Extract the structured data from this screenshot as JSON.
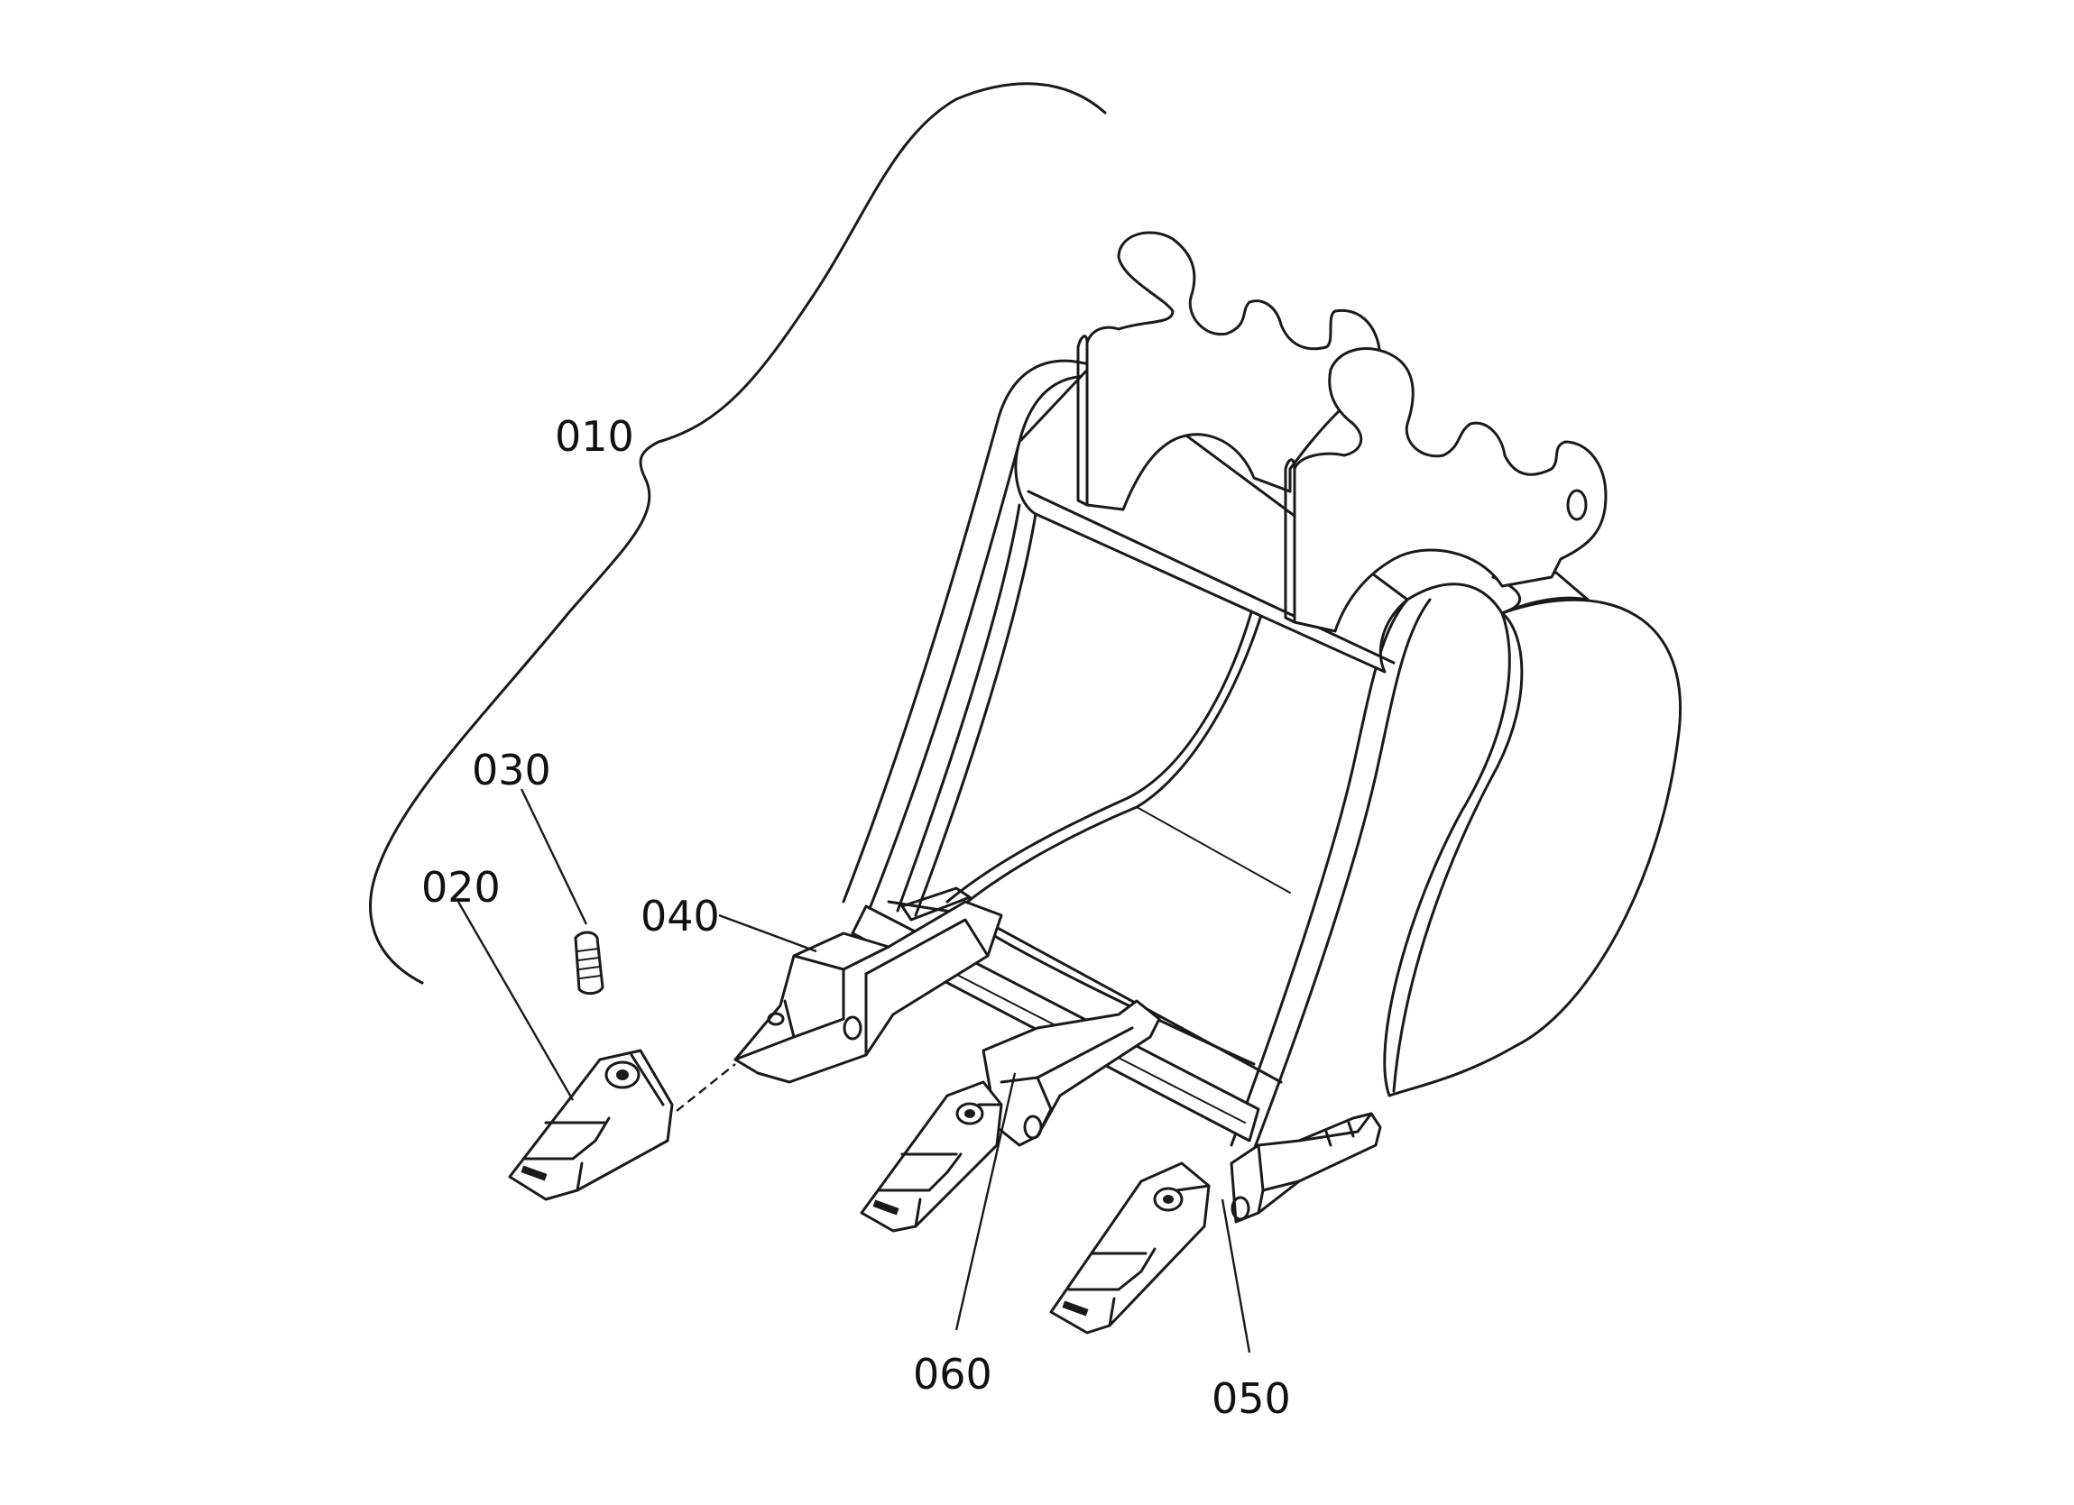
{
  "callouts": {
    "c010": "010",
    "c020": "020",
    "c030": "030",
    "c040": "040",
    "c050": "050",
    "c060": "060"
  },
  "colors": {
    "line": "#1a1a1a",
    "background": "#ffffff"
  }
}
